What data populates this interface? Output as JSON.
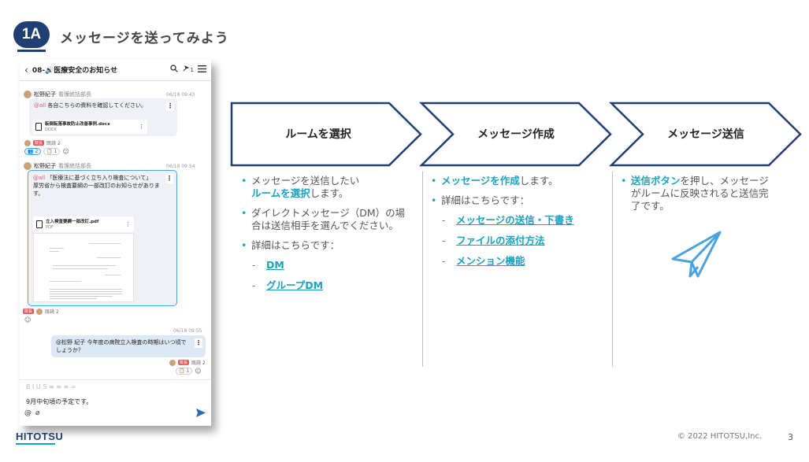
{
  "header": {
    "badge": "1A",
    "title": "メッセージを送ってみよう"
  },
  "phone": {
    "header": {
      "back_icon": "chevron-left",
      "room": "08-🔊医療安全のお知らせ",
      "search_icon": "search",
      "pin_icon": "pin",
      "pin_count": "1",
      "menu_icon": "hamburger"
    },
    "msg1": {
      "author": "松野紀子",
      "role": "看護統括部長",
      "time": "06/18 09:43",
      "mention": "@all",
      "text": " 各自こちらの資料を確認してください。",
      "file": {
        "name": "転倒転落事故防止改善事例.docx",
        "ext": "DOCX"
      },
      "read": "既読 2",
      "reaction_count": "2",
      "reaction2_count": "1"
    },
    "msg2": {
      "author": "松野紀子",
      "role": "看護統括部長",
      "time": "06/18 09:54",
      "mention": "@all",
      "text": " 「医療法に基づく立ち入り検査について」",
      "text2": "厚労省から検査要綱の一部改訂のお知らせがあります。",
      "file": {
        "name": "立入検査要綱一部改訂.pdf",
        "ext": "PDF"
      },
      "read": "既読 2"
    },
    "msg3": {
      "time": "06/18 09:55",
      "text": "@松野 紀子 今年度の病院立入検査の時期はいつ頃でしょうか？",
      "read": "既読 2",
      "reaction_count": "1"
    },
    "composer": {
      "toolbar": "B  I  U  S  ≡  ≡  ≡  ∞",
      "text": "9月中旬頃の予定です。",
      "mention_icon": "@",
      "attach_icon": "paperclip",
      "send_icon": "send"
    }
  },
  "steps": [
    {
      "label": "ルームを選択"
    },
    {
      "label": "メッセージ作成"
    },
    {
      "label": "メッセージ送信"
    }
  ],
  "col1": {
    "b1_a": "メッセージを送信したい",
    "b1_hl": "ルームを選択",
    "b1_b": "します。",
    "b2": "ダイレクトメッセージ（DM）の場合は送信相手を選んでください。",
    "b3": "詳細はこちらです：",
    "links": [
      "DM",
      "グループDM"
    ]
  },
  "col2": {
    "b1_hl": "メッセージを作成",
    "b1_b": "します。",
    "b2": "詳細はこちらです：",
    "links": [
      "メッセージの送信・下書き",
      "ファイルの添付方法",
      "メンション機能"
    ]
  },
  "col3": {
    "b1_hl": "送信ボタン",
    "b1_b": "を押し、メッセージがルームに反映されると送信完了です。",
    "icon": "paper-plane"
  },
  "footer": {
    "logo": "HITOTSU",
    "copyright": "© 2022 HITOTSU,Inc.",
    "page": "3"
  },
  "colors": {
    "navy": "#1f3f73",
    "accent": "#1aa3c0"
  }
}
